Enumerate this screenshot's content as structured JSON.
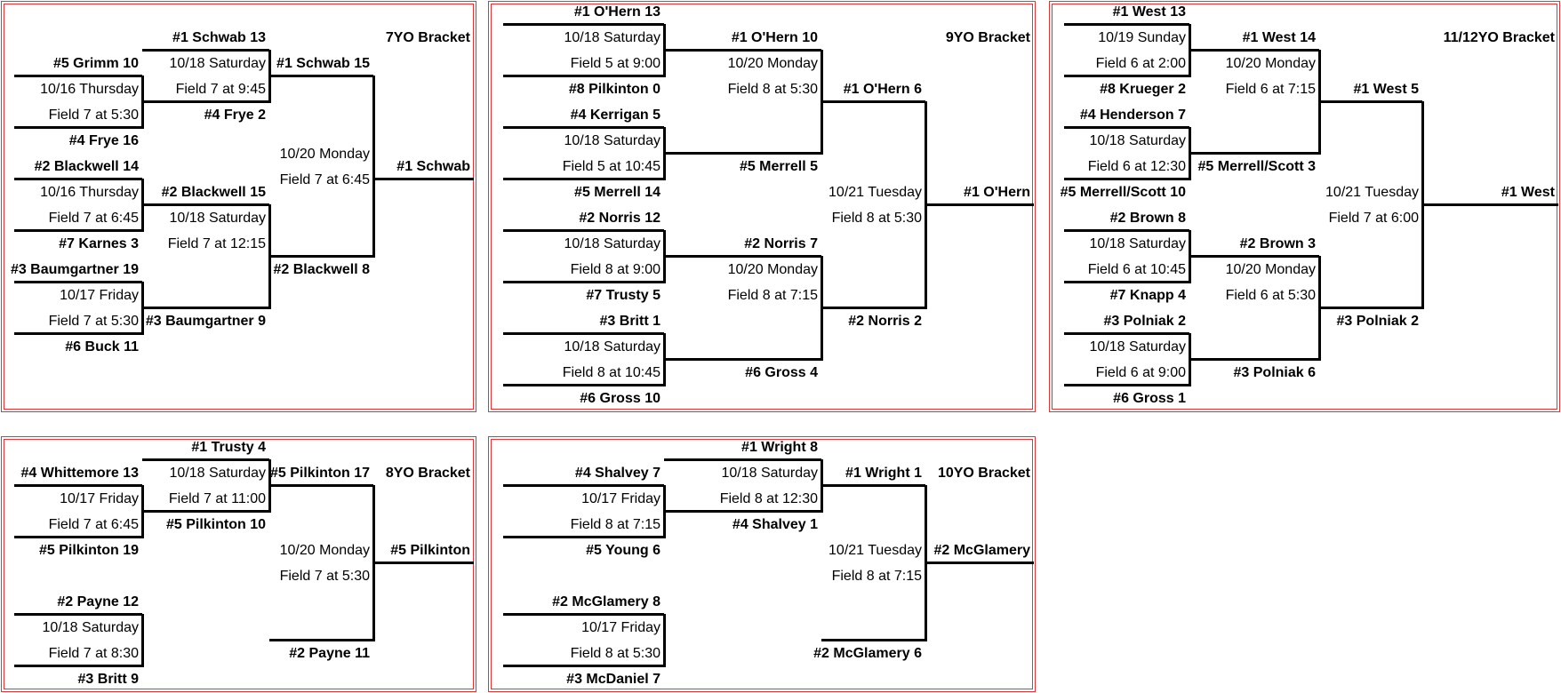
{
  "brackets": [
    {
      "title": "7YO Bracket",
      "texts": {
        "r1a_top": "#5 Grimm 10",
        "r1a_date": "10/16 Thursday",
        "r1a_field": "Field 7 at 5:30",
        "r1a_bot": "#4 Frye 16",
        "r1b_top": "#2 Blackwell 14",
        "r1b_date": "10/16 Thursday",
        "r1b_field": "Field 7 at 6:45",
        "r1b_bot": "#7 Karnes 3",
        "r1c_top": "#3 Baumgartner 19",
        "r1c_date": "10/17 Friday",
        "r1c_field": "Field 7 at 5:30",
        "r1c_bot": "#6 Buck 11",
        "r2a_top": "#1 Schwab 13",
        "r2a_date": "10/18 Saturday",
        "r2a_field": "Field 7 at 9:45",
        "r2a_bot": "#4 Frye 2",
        "r2b_top": "#2 Blackwell 15",
        "r2b_date": "10/18 Saturday",
        "r2b_field": "Field 7 at 12:15",
        "r2b_bot": "#3 Baumgartner 9",
        "r3_top": "#1 Schwab 15",
        "r3_date": "10/20 Monday",
        "r3_field": "Field 7 at 6:45",
        "r3_bot": "#2 Blackwell 8",
        "champ": "#1 Schwab"
      }
    },
    {
      "title": "9YO Bracket",
      "texts": {
        "r1a_top": "#1 O'Hern 13",
        "r1a_date": "10/18 Saturday",
        "r1a_field": "Field 5 at 9:00",
        "r1a_bot": "#8 Pilkinton 0",
        "r1b_top": "#4 Kerrigan 5",
        "r1b_date": "10/18 Saturday",
        "r1b_field": "Field 5 at 10:45",
        "r1b_bot": "#5 Merrell 14",
        "r1c_top": "#2 Norris 12",
        "r1c_date": "10/18 Saturday",
        "r1c_field": "Field 8 at 9:00",
        "r1c_bot": "#7 Trusty 5",
        "r1d_top": "#3 Britt 1",
        "r1d_date": "10/18 Saturday",
        "r1d_field": "Field 8 at 10:45",
        "r1d_bot": "#6 Gross 10",
        "r2a_top": "#1 O'Hern 10",
        "r2a_date": "10/20 Monday",
        "r2a_field": "Field 8 at 5:30",
        "r2a_bot": "#5 Merrell 5",
        "r2b_top": "#2 Norris 7",
        "r2b_date": "10/20 Monday",
        "r2b_field": "Field 8 at 7:15",
        "r2b_bot": "#6 Gross 4",
        "r3_top": "#1 O'Hern 6",
        "r3_date": "10/21 Tuesday",
        "r3_field": "Field 8 at 5:30",
        "r3_bot": "#2 Norris 2",
        "champ": "#1 O'Hern"
      }
    },
    {
      "title": "11/12YO Bracket",
      "texts": {
        "r1a_top": "#1 West 13",
        "r1a_date": "10/19 Sunday",
        "r1a_field": "Field 6 at 2:00",
        "r1a_bot": "#8 Krueger 2",
        "r1b_top": "#4 Henderson 7",
        "r1b_date": "10/18 Saturday",
        "r1b_field": "Field 6 at 12:30",
        "r1b_bot": "#5 Merrell/Scott 10",
        "r1c_top": "#2 Brown 8",
        "r1c_date": "10/18 Saturday",
        "r1c_field": "Field 6 at 10:45",
        "r1c_bot": "#7 Knapp 4",
        "r1d_top": "#3 Polniak 2",
        "r1d_date": "10/18 Saturday",
        "r1d_field": "Field 6 at 9:00",
        "r1d_bot": "#6 Gross 1",
        "r2a_top": "#1 West 14",
        "r2a_date": "10/20 Monday",
        "r2a_field": "Field 6 at 7:15",
        "r2a_bot": "#5 Merrell/Scott 3",
        "r2b_top": "#2 Brown 3",
        "r2b_date": "10/20 Monday",
        "r2b_field": "Field 6 at 5:30",
        "r2b_bot": "#3 Polniak 6",
        "r3_top": "#1 West 5",
        "r3_date": "10/21 Tuesday",
        "r3_field": "Field 7 at 6:00",
        "r3_bot": "#3 Polniak 2",
        "champ": "#1 West"
      }
    },
    {
      "title": "8YO Bracket",
      "texts": {
        "r1a_top": "#4 Whittemore 13",
        "r1a_date": "10/17 Friday",
        "r1a_field": "Field 7 at 6:45",
        "r1a_bot": "#5 Pilkinton 19",
        "r1c_top": "#2 Payne 12",
        "r1c_date": "10/18 Saturday",
        "r1c_field": "Field 7 at 8:30",
        "r1c_bot": "#3 Britt 9",
        "r2a_top": "#1 Trusty 4",
        "r2a_date": "10/18 Saturday",
        "r2a_field": "Field 7 at 11:00",
        "r2a_bot": "#5 Pilkinton 10",
        "r3_top": "#5 Pilkinton 17",
        "r3_date": "10/20 Monday",
        "r3_field": "Field 7 at 5:30",
        "r3_bot": "#2 Payne 11",
        "champ": "#5 Pilkinton"
      }
    },
    {
      "title": "10YO Bracket",
      "texts": {
        "r1a_top": "#4 Shalvey 7",
        "r1a_date": "10/17 Friday",
        "r1a_field": "Field 8 at 7:15",
        "r1a_bot": "#5 Young 6",
        "r1c_top": "#2 McGlamery 8",
        "r1c_date": "10/17 Friday",
        "r1c_field": "Field 8 at 5:30",
        "r1c_bot": "#3 McDaniel 7",
        "r2a_top": "#1 Wright 8",
        "r2a_date": "10/18 Saturday",
        "r2a_field": "Field 8 at 12:30",
        "r2a_bot": "#4 Shalvey 1",
        "r3_top": "#1 Wright 1",
        "r3_date": "10/21 Tuesday",
        "r3_field": "Field 8 at 7:15",
        "r3_bot": "#2 McGlamery 6",
        "champ": "#2 McGlamery"
      }
    }
  ]
}
